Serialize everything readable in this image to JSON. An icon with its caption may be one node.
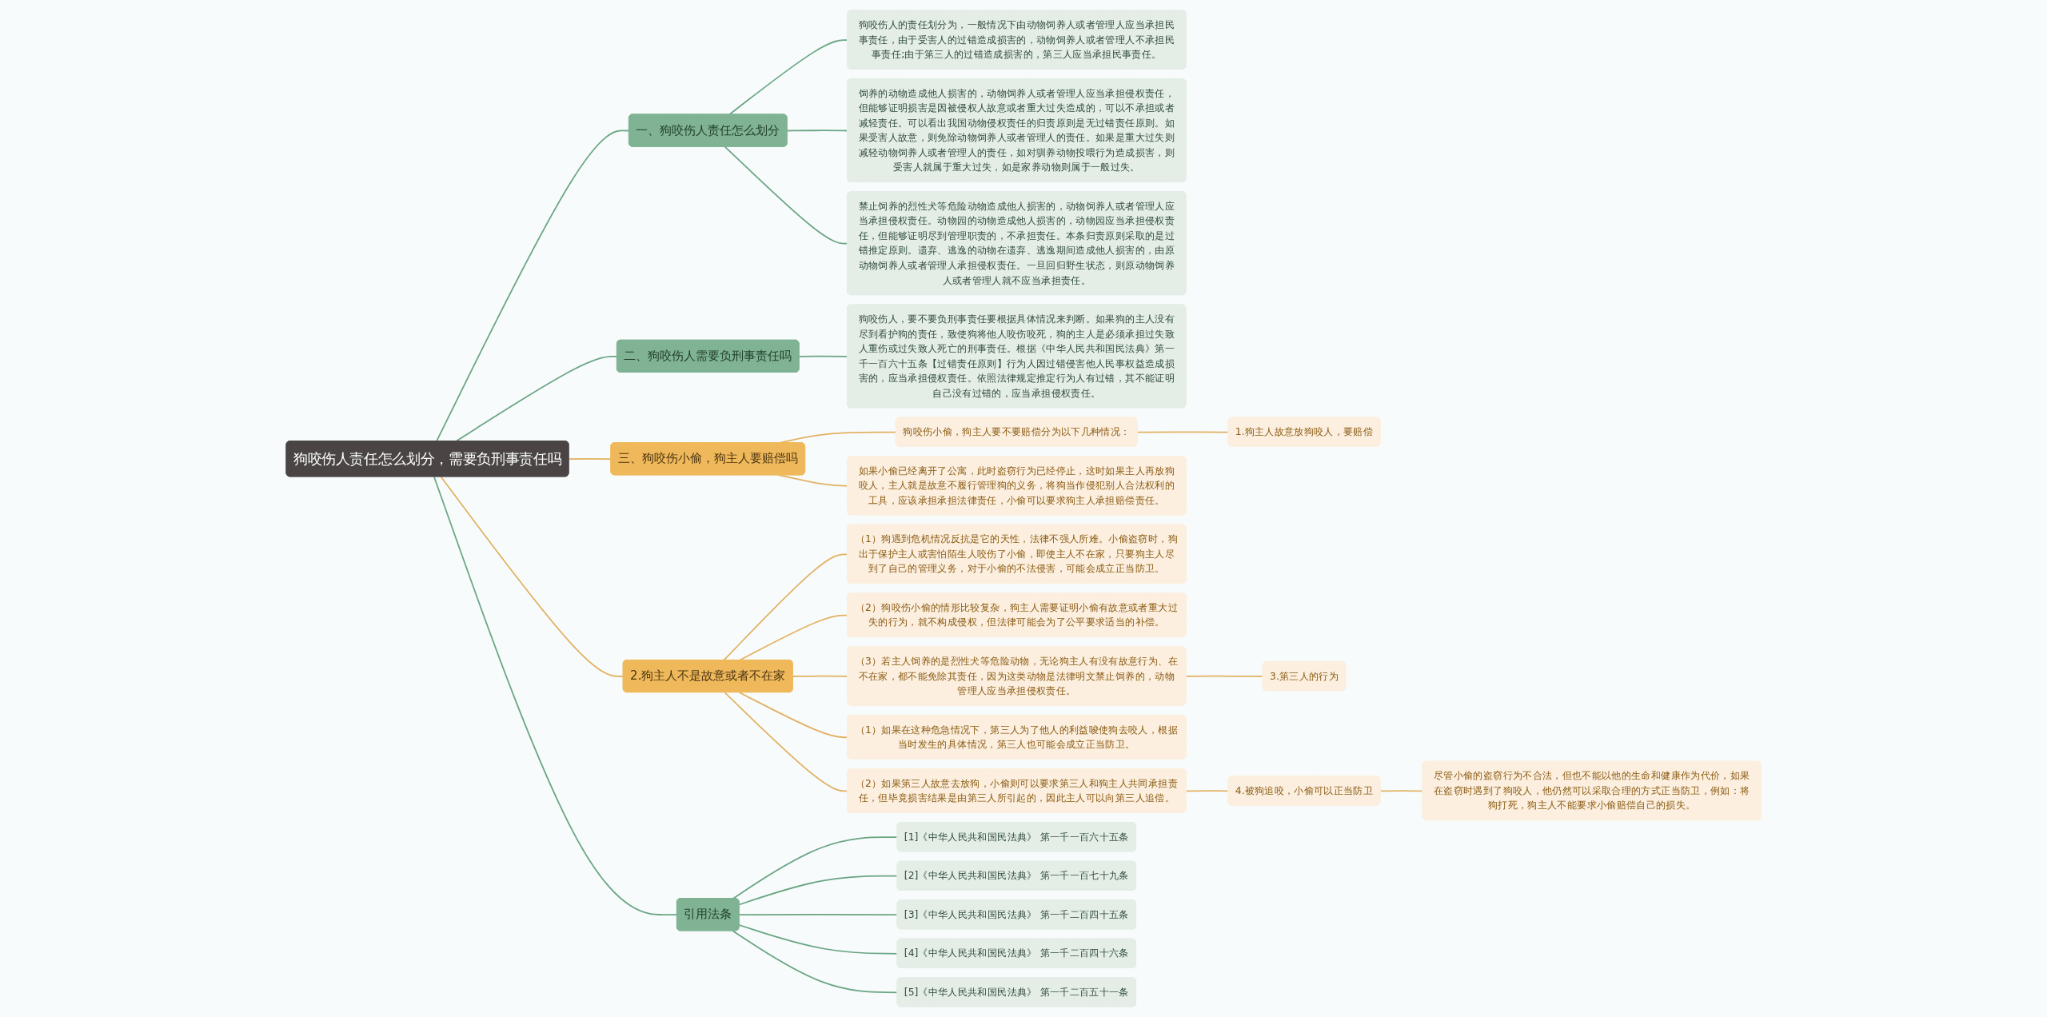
{
  "diagram": {
    "nodes": [
      {
        "text": [
          "狗咬伤人责任怎么划分，需要负刑事责任吗"
        ]
      },
      {
        "text": [
          "一、狗咬伤人责任怎么划分"
        ]
      },
      {
        "text": [
          "狗咬伤人的责任划分为，一般情况下由动物饲养人或者管理人应当承担民事责任，由于受害人的过错造成损害的，动物饲养人或者管理人不承担民事责任;由于第三人的过错造成损害的，第三人应当承担民事责任。"
        ]
      },
      {
        "text": [
          "饲养的动物造成他人损害的，动物饲养人或者管理人应当承担侵权责任，但能够证明损害是因被侵权人故意或者重大过失造成的，可以不承担或者减轻责任。可以看出我国动物侵权责任的归责原则是无过错责任原则。如果受害人故意，则免除动物饲养人或者管理人的责任。如果是重大过失则减轻动物饲养人或者管理人的责任，如对驯养动物投喂行为造成损害，则受害人就属于重大过失，如是家养动物则属于一般过失。"
        ]
      },
      {
        "text": [
          "禁止饲养的烈性犬等危险动物造成他人损害的，动物饲养人或者管理人应当承担侵权责任。动物园的动物造成他人损害的，动物园应当承担侵权责任，但能够证明尽到管理职责的，不承担责任。本条归责原则采取的是过错推定原则。遗弃、逃逸的动物在遗弃、逃逸期间造成他人损害的，由原动物饲养人或者管理人承担侵权责任。一旦回归野生状态，则原动物饲养人或者管理人就不应当承担责任。"
        ]
      },
      {
        "text": [
          "二、狗咬伤人需要负刑事责任吗"
        ]
      },
      {
        "text": [
          "狗咬伤人，要不要负刑事责任要根据具体情况来判断。如果狗的主人没有尽到看护狗的责任，致使狗将他人咬伤咬死，狗的主人是必须承担过失致人重伤或过失致人死亡的刑事责任。根据《中华人民共和国民法典》第一千一百六十五条【过错责任原则】行为人因过错侵害他人民事权益造成损害的，应当承担侵权责任。依照法律规定推定行为人有过错，其不能证明自己没有过错的，应当承担侵权责任。"
        ]
      },
      {
        "text": [
          "三、狗咬伤小偷，狗主人要赔偿吗"
        ]
      },
      {
        "text": [
          "狗咬伤小偷，狗主人要不要赔偿分为以下几种情况："
        ]
      },
      {
        "text": [
          "1.狗主人故意放狗咬人，要赔偿"
        ]
      },
      {
        "text": [
          "如果小偷已经离开了公寓，此时盗窃行为已经停止，这时如果主人再放狗咬人，主人就是故意不履行管理狗的义务，将狗当作侵犯别人合法权利的工具，应该承担承担法律责任，小偷可以要求狗主人承担赔偿责任。"
        ]
      },
      {
        "text": [
          "2.狗主人不是故意或者不在家"
        ]
      },
      {
        "text": [
          "（1）狗遇到危机情况反抗是它的天性，法律不强人所难。小偷盗窃时，狗出于保护主人或害怕陌生人咬伤了小偷，即使主人不在家，只要狗主人尽到了自己的管理义务，对于小偷的不法侵害，可能会成立正当防卫。"
        ]
      },
      {
        "text": [
          "（2）狗咬伤小偷的情形比较复杂，狗主人需要证明小偷有故意或者重大过失的行为，就不构成侵权，但法律可能会为了公平要求适当的补偿。"
        ]
      },
      {
        "text": [
          "（3）若主人饲养的是烈性犬等危险动物，无论狗主人有没有故意行为、在不在家，都不能免除其责任，因为这类动物是法律明文禁止饲养的，动物管理人应当承担侵权责任。"
        ]
      },
      {
        "text": [
          "3.第三人的行为"
        ]
      },
      {
        "text": [
          "（1）如果在这种危急情况下，第三人为了他人的利益唆使狗去咬人，根据当时发生的具体情况，第三人也可能会成立正当防卫。"
        ]
      },
      {
        "text": [
          "（2）如果第三人故意去放狗，小偷则可以要求第三人和狗主人共同承担责任，但毕竟损害结果是由第三人所引起的，因此主人可以向第三人追偿。"
        ]
      },
      {
        "text": [
          "4.被狗追咬，小偷可以正当防卫"
        ]
      },
      {
        "text": [
          "尽管小偷的盗窃行为不合法，但也不能以他的生命和健康作为代价，如果在盗窃时遇到了狗咬人，他仍然可以采取合理的方式正当防卫，例如：将狗打死，狗主人不能要求小偷赔偿自己的损失。"
        ]
      },
      {
        "text": [
          "引用法条"
        ]
      },
      {
        "text": [
          "[1]《中华人民共和国民法典》 第一千一百六十五条"
        ]
      },
      {
        "text": [
          "[2]《中华人民共和国民法典》 第一千一百七十九条"
        ]
      },
      {
        "text": [
          "[3]《中华人民共和国民法典》 第一千二百四十五条"
        ]
      },
      {
        "text": [
          "[4]《中华人民共和国民法典》 第一千二百四十六条"
        ]
      },
      {
        "text": [
          "[5]《中华人民共和国民法典》 第一千二百五十一条"
        ]
      }
    ],
    "edges": [
      {
        "from": 0,
        "to": 1,
        "arrow": "none",
        "color": "#6aa584"
      },
      {
        "from": 1,
        "to": 2,
        "arrow": "none",
        "color": "#6aa584"
      },
      {
        "from": 1,
        "to": 3,
        "arrow": "none",
        "color": "#6aa584"
      },
      {
        "from": 1,
        "to": 4,
        "arrow": "none",
        "color": "#6aa584"
      },
      {
        "from": 0,
        "to": 5,
        "arrow": "none",
        "color": "#6aa584"
      },
      {
        "from": 5,
        "to": 6,
        "arrow": "none",
        "color": "#6aa584"
      },
      {
        "from": 0,
        "to": 7,
        "arrow": "none",
        "color": "#e2b163"
      },
      {
        "from": 7,
        "to": 8,
        "arrow": "none",
        "color": "#e2b163"
      },
      {
        "from": 8,
        "to": 9,
        "arrow": "none",
        "color": "#e2b163"
      },
      {
        "from": 7,
        "to": 10,
        "arrow": "none",
        "color": "#e2b163"
      },
      {
        "from": 0,
        "to": 11,
        "arrow": "none",
        "color": "#e2b163"
      },
      {
        "from": 11,
        "to": 12,
        "arrow": "none",
        "color": "#e2b163"
      },
      {
        "from": 11,
        "to": 13,
        "arrow": "none",
        "color": "#e2b163"
      },
      {
        "from": 11,
        "to": 14,
        "arrow": "none",
        "color": "#e2b163"
      },
      {
        "from": 14,
        "to": 15,
        "arrow": "none",
        "color": "#e2b163"
      },
      {
        "from": 11,
        "to": 16,
        "arrow": "none",
        "color": "#e2b163"
      },
      {
        "from": 11,
        "to": 17,
        "arrow": "none",
        "color": "#e2b163"
      },
      {
        "from": 17,
        "to": 18,
        "arrow": "none",
        "color": "#e2b163"
      },
      {
        "from": 18,
        "to": 19,
        "arrow": "none",
        "color": "#e2b163"
      },
      {
        "from": 0,
        "to": 20,
        "arrow": "none",
        "color": "#6aa584"
      },
      {
        "from": 20,
        "to": 21,
        "arrow": "none",
        "color": "#6aa584"
      },
      {
        "from": 20,
        "to": 22,
        "arrow": "none",
        "color": "#6aa584"
      },
      {
        "from": 20,
        "to": 23,
        "arrow": "none",
        "color": "#6aa584"
      },
      {
        "from": 20,
        "to": 24,
        "arrow": "none",
        "color": "#6aa584"
      },
      {
        "from": 20,
        "to": 25,
        "arrow": "none",
        "color": "#6aa584"
      }
    ]
  }
}
